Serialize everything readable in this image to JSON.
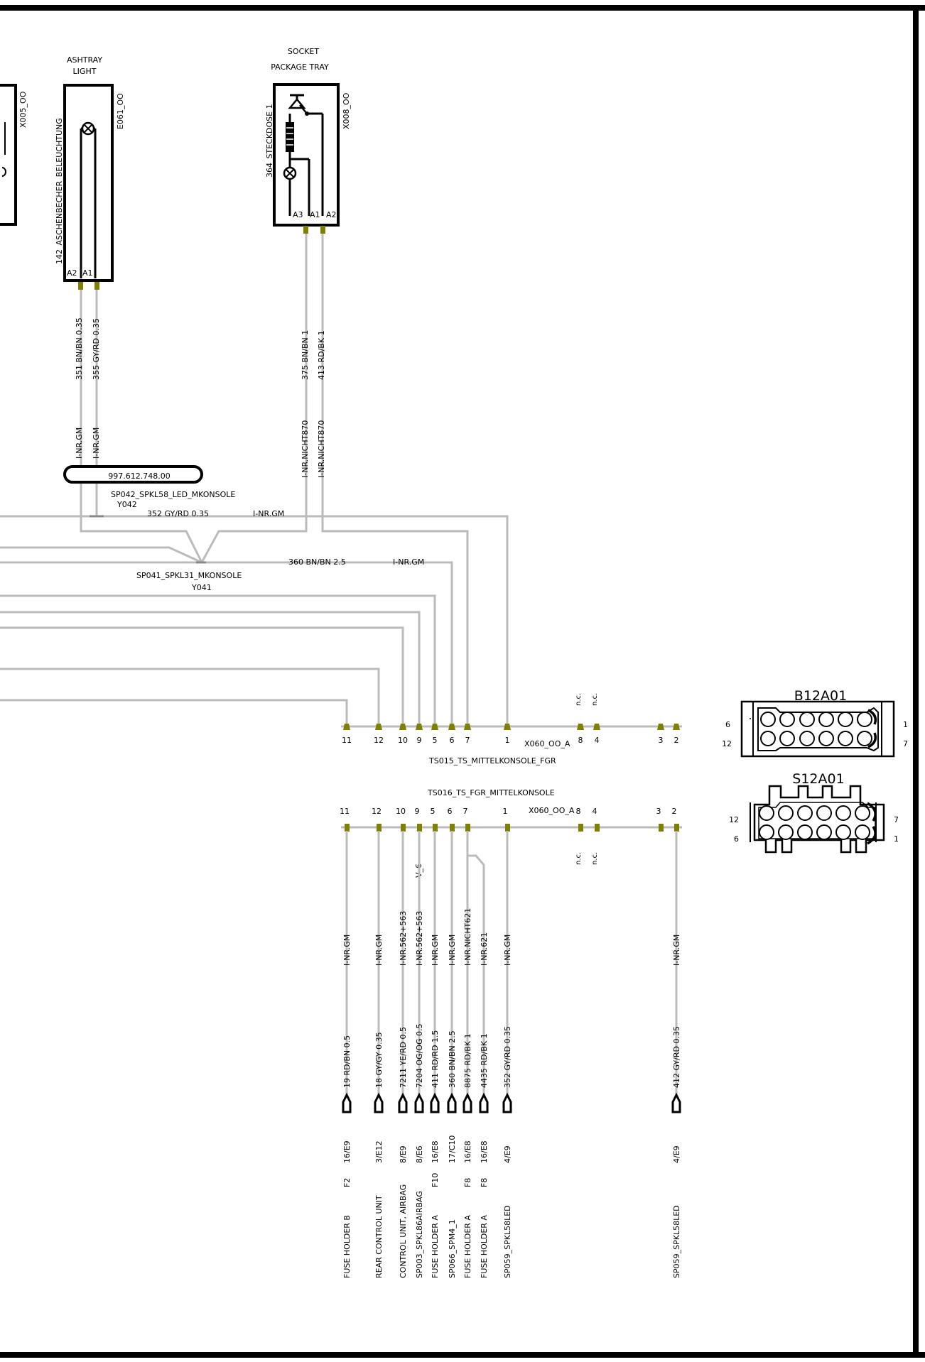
{
  "colors": {
    "wire": "#bbbbbb",
    "pin": "#808000",
    "frame": "#000000",
    "background": "#ffffff"
  },
  "components": {
    "x005": {
      "code": "X005_OO"
    },
    "ashtray": {
      "title1": "ASHTRAY",
      "title2": "LIGHT",
      "code": "E061_OO",
      "desc": "142_ASCHENBECHER_BELEUCHTUNG",
      "pin_a2": "A2",
      "pin_a1": "A1"
    },
    "socket": {
      "title1": "SOCKET",
      "title2": "PACKAGE TRAY",
      "code": "X008_OO",
      "desc": "364_STECKDOSE 1",
      "pin_a3": "A3",
      "pin_a1": "A1",
      "pin_a2": "A2"
    }
  },
  "wires_upper": {
    "w351": "351 BN/BN 0.35",
    "w355": "355 GY/RD 0.35",
    "w375": "375 BN/BN 1",
    "w413": "413 RD/BK 1",
    "inr1": "I-NR.GM",
    "inr2": "I-NR.GM",
    "inr3": "I-NR.NICHT870",
    "inr4": "I-NR.NICHT870",
    "pn": "997.612.748.00",
    "sp042": "SP042_SPKL58_LED_MKONSOLE",
    "y042": "Y042",
    "w352": "352 GY/RD 0.35",
    "inr5": "I-NR.GM",
    "sp041": "SP041_SPKL31_MKONSOLE",
    "y041": "Y041",
    "w360": "360 BN/BN 2.5",
    "inr6": "I-NR.GM"
  },
  "connector_top": {
    "name": "TS015_TS_MITTELKONSOLE_FGR",
    "code": "X060_OO_A",
    "pins": [
      "11",
      "12",
      "10",
      "9",
      "5",
      "6",
      "7",
      "1",
      "8",
      "4",
      "3",
      "2"
    ],
    "nc1": "n.c.",
    "nc2": "n.c."
  },
  "connector_bottom": {
    "name": "TS016_TS_FGR_MITTELKONSOLE",
    "code": "X060_OO_A",
    "pins": [
      "11",
      "12",
      "10",
      "9",
      "5",
      "6",
      "7",
      "1",
      "8",
      "4",
      "3",
      "2"
    ],
    "nc1": "n.c.",
    "nc2": "n.c.",
    "v6": "V_6"
  },
  "b12a01": {
    "title": "B12A01",
    "p6": "6",
    "p12": "12",
    "p1": "1",
    "p7": "7"
  },
  "s12a01": {
    "title": "S12A01",
    "p12": "12",
    "p6": "6",
    "p7": "7",
    "p1": "1"
  },
  "wires_lower": [
    {
      "inr": "I-NR.GM",
      "wire": "19 RD/BN 0.5",
      "ref": "16/E9",
      "pin": "F2",
      "dest": "FUSE HOLDER B"
    },
    {
      "inr": "I-NR.GM",
      "wire": "18 GY/GY 0.35",
      "ref": "3/E12",
      "pin": "",
      "dest": "REAR CONTROL UNIT"
    },
    {
      "inr": "I-NR.562+563",
      "wire": "7211 YE/RD 0.5",
      "ref": "8/E9",
      "pin": "",
      "dest": "CONTROL UNIT, AIRBAG"
    },
    {
      "inr": "I-NR.562+563",
      "wire": "7204 OG/OG 0.5",
      "ref": "8/E6",
      "pin": "",
      "dest": "SP003_SPKL86AIRBAG"
    },
    {
      "inr": "I-NR.GM",
      "wire": "411 RD/RD 1.5",
      "ref": "16/E8",
      "pin": "F10",
      "dest": "FUSE HOLDER A"
    },
    {
      "inr": "I-NR.GM",
      "wire": "360 BN/BN 2.5",
      "ref": "17/C10",
      "pin": "",
      "dest": "SP066_SPM4_1"
    },
    {
      "inr": "I-NR.NICHT621",
      "wire": "8875 RD/BK 1",
      "ref": "16/E8",
      "pin": "F8",
      "dest": "FUSE HOLDER A"
    },
    {
      "inr": "I-NR.621",
      "wire": "4435 RD/BK 1",
      "ref": "16/E8",
      "pin": "F8",
      "dest": "FUSE HOLDER A"
    },
    {
      "inr": "I-NR.GM",
      "wire": "352 GY/RD 0.35",
      "ref": "4/E9",
      "pin": "",
      "dest": "SP059_SPKL58LED"
    },
    {
      "inr": "I-NR.GM",
      "wire": "412 GY/RD 0.35",
      "ref": "4/E9",
      "pin": "",
      "dest": "SP059_SPKL58LED"
    }
  ]
}
